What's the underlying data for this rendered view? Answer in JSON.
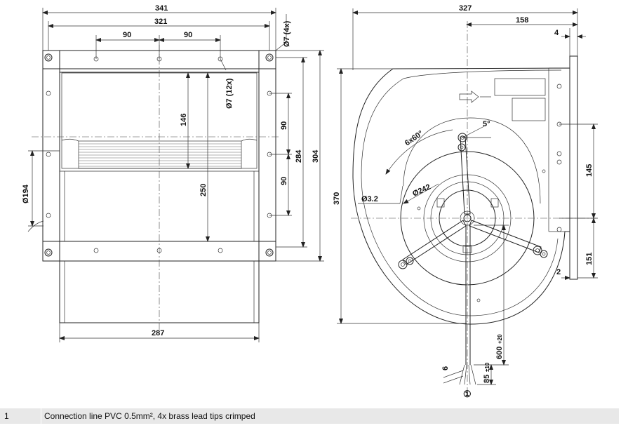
{
  "front_view": {
    "dims": {
      "overall_width": "341",
      "flange_width": "321",
      "spacing_left": "90",
      "spacing_right": "90",
      "corner_holes": "Ø7 (4x)",
      "mount_holes": "Ø7 (12x)",
      "height_146": "146",
      "height_250": "250",
      "side_90_top": "90",
      "side_90_bottom": "90",
      "height_284": "284",
      "height_304": "304",
      "inlet_dia": "Ø194",
      "bottom_width": "287"
    }
  },
  "side_view": {
    "dims": {
      "overall_width": "327",
      "offset_158": "158",
      "flange_4": "4",
      "height_370": "370",
      "height_145": "145",
      "height_151": "151",
      "gap_2": "2",
      "angle_5": "5°",
      "holes_6x60": "6x60°",
      "hole_3_2": "Ø3.2",
      "pcd_242": "Ø242",
      "lead_600": "600",
      "lead_600_tol": "+20",
      "lead_85": "85",
      "lead_85_tol": "±10",
      "lead_6": "6",
      "callout": "①"
    }
  },
  "legend": {
    "number": "1",
    "text": "Connection line PVC 0.5mm², 4x brass lead tips crimped"
  }
}
